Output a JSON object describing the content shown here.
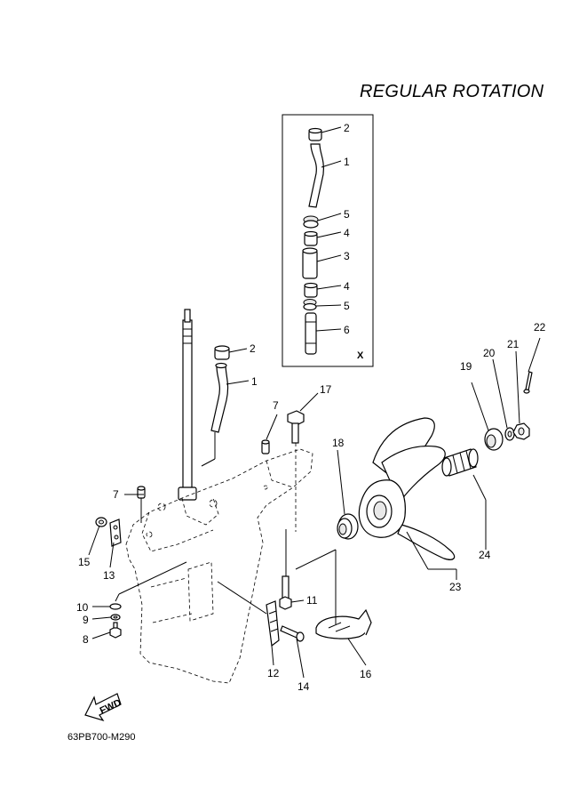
{
  "title": "REGULAR ROTATION",
  "drawing_code": "63PB700-M290",
  "inset_marker": "X",
  "fwd_label": "FWD",
  "callouts": {
    "c1": "1",
    "c2": "2",
    "c3": "3",
    "c4": "4",
    "c5": "5",
    "c6": "6",
    "c7": "7",
    "c8": "8",
    "c9": "9",
    "c10": "10",
    "c11": "11",
    "c12": "12",
    "c13": "13",
    "c14": "14",
    "c15": "15",
    "c16": "16",
    "c17": "17",
    "c18": "18",
    "c19": "19",
    "c20": "20",
    "c21": "21",
    "c22": "22",
    "c23": "23",
    "c24": "24"
  }
}
